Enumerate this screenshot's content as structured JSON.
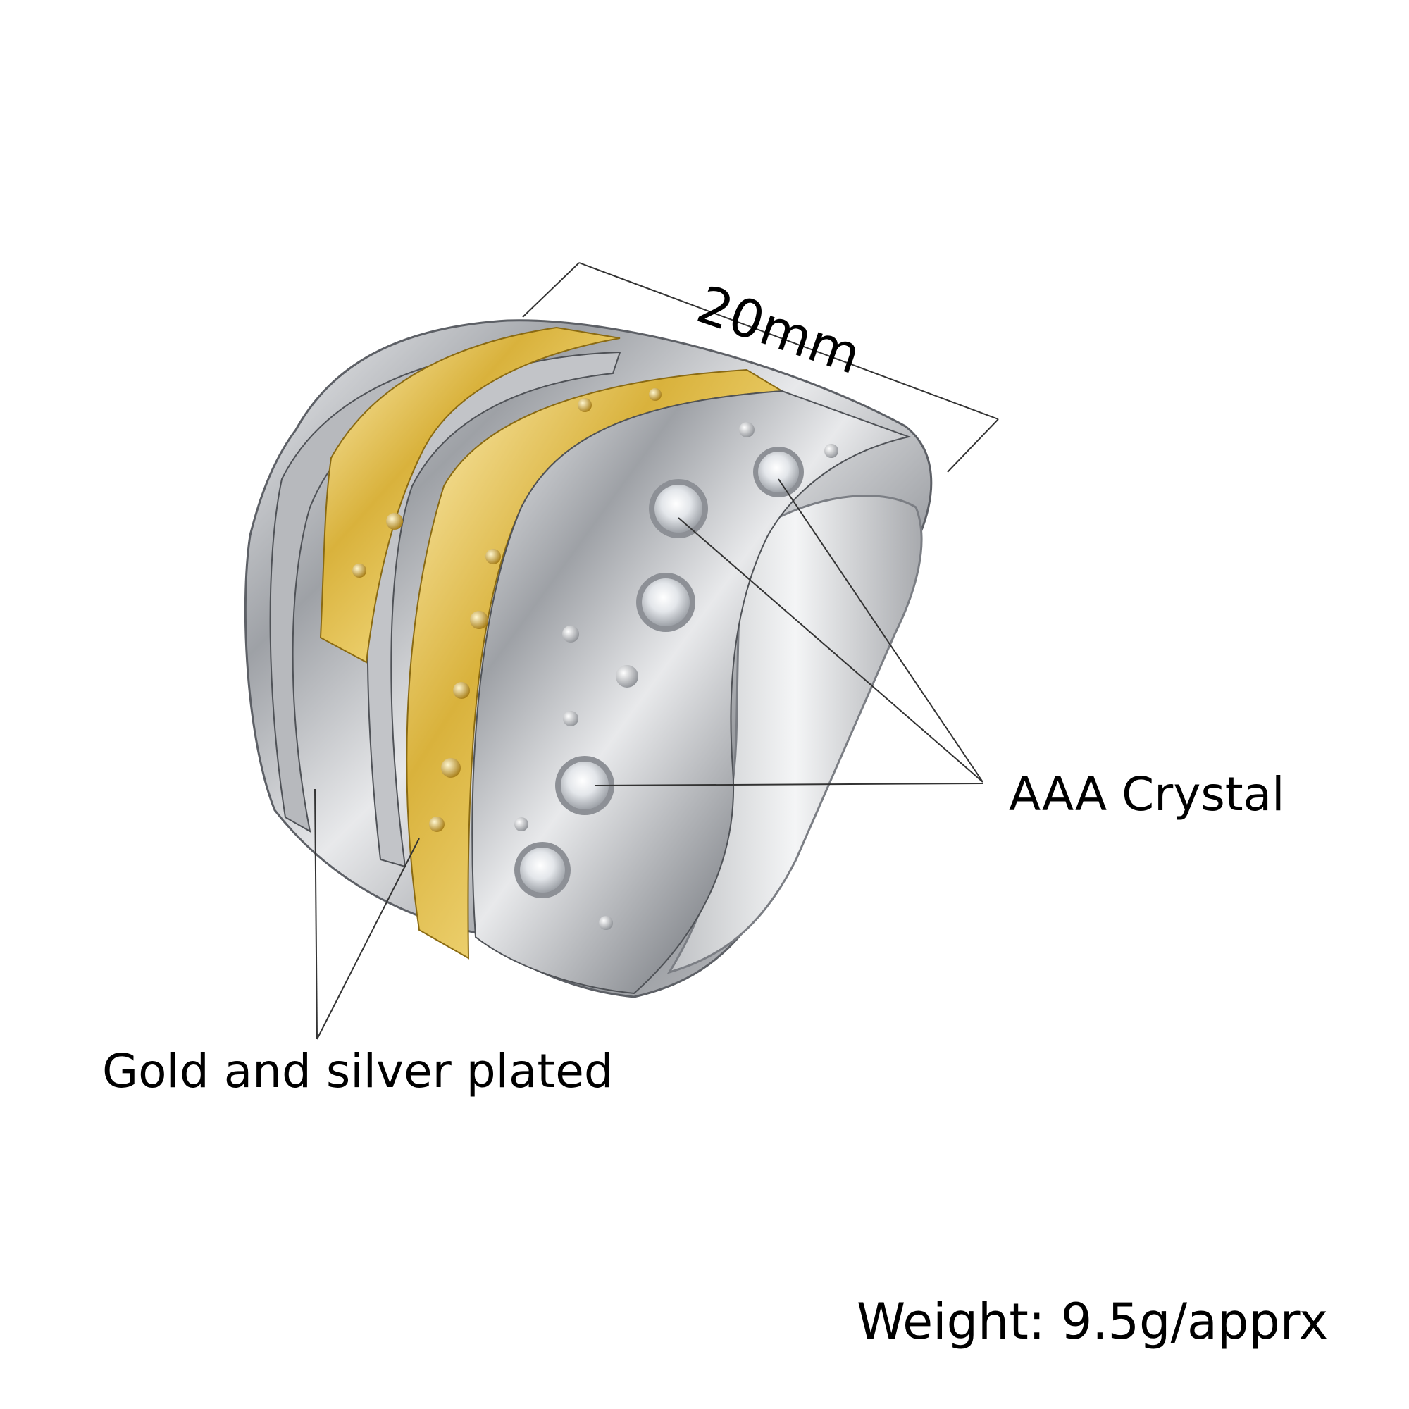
{
  "product": {
    "subject": "ring-photo",
    "dimension_label": "20mm",
    "crystal_label": "AAA Crystal",
    "plating_label": "Gold and silver plated",
    "weight_label": "Weight: 9.5g/apprx"
  },
  "colors": {
    "background": "#ffffff",
    "silver": "#c9cacc",
    "gold": "#d9b23c",
    "text": "#000000",
    "callout_line": "#333333"
  }
}
